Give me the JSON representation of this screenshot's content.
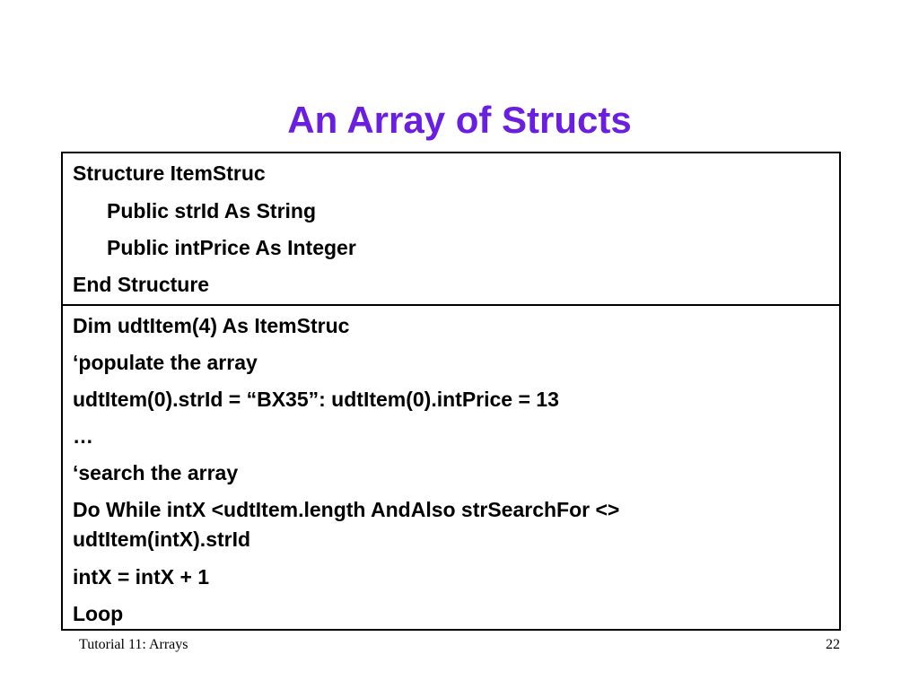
{
  "slide": {
    "title": "An Array of Structs",
    "title_color": "#6a1fe0"
  },
  "code": {
    "structure_block": [
      "Structure ItemStruc",
      "Public strId As String",
      "Public intPrice As Integer",
      "End Structure"
    ],
    "usage_block": [
      "Dim udtItem(4) As ItemStruc",
      "‘populate the array",
      "udtItem(0).strId = “BX35”: udtItem(0).intPrice = 13",
      "…",
      "‘search the array",
      "Do While intX <udtItem.length AndAlso strSearchFor <>",
      "udtItem(intX).strId",
      "intX = intX + 1",
      "Loop"
    ]
  },
  "footer": {
    "left_text": "Tutorial 11: Arrays",
    "page_number": "22"
  }
}
